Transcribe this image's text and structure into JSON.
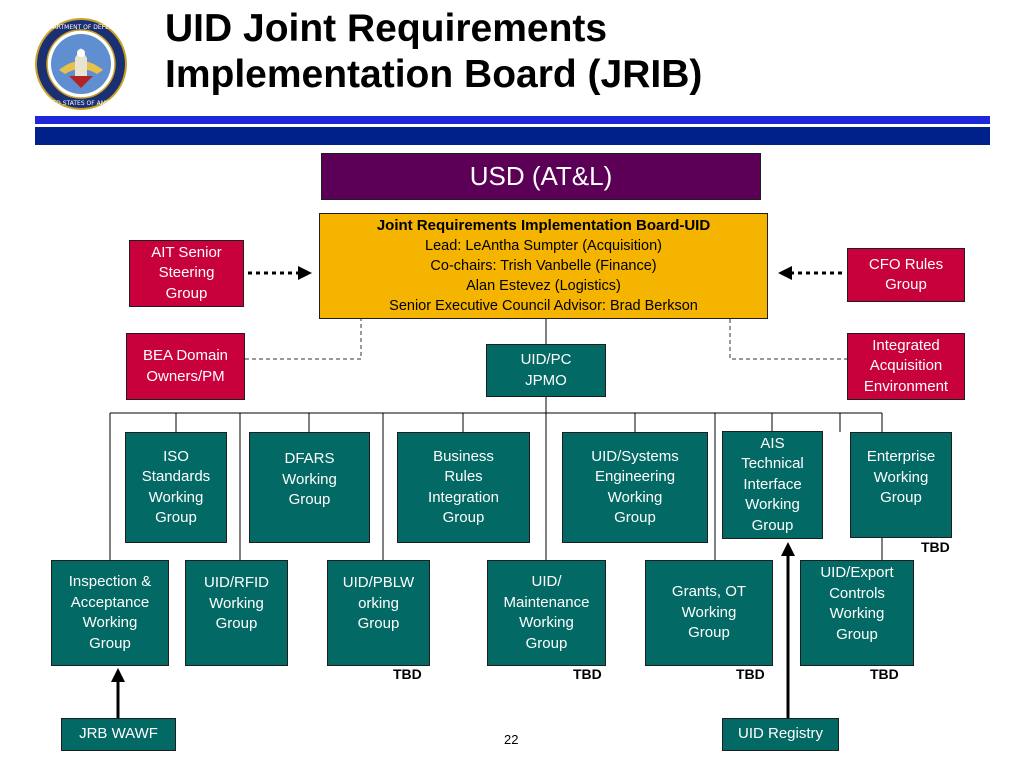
{
  "title": {
    "line1": "UID Joint Requirements",
    "line2": "Implementation Board (JRIB)"
  },
  "seal": {
    "icon": "department-of-defense-seal-icon",
    "text": "DEPARTMENT OF DEFENSE · UNITED STATES OF AMERICA"
  },
  "colors": {
    "teal": "#036964",
    "red": "#c8003c",
    "purple": "#5c0057",
    "gold": "#f5b400",
    "blue_bar": "#1f28d8",
    "navy_bar": "#00208a"
  },
  "usd": {
    "label": "USD (AT&L)"
  },
  "jrib": {
    "header": "Joint Requirements Implementation Board-UID",
    "lead": "Lead:  LeAntha Sumpter (Acquisition)",
    "cochairs": "Co-chairs:  Trish Vanbelle (Finance)",
    "cochair2": "Alan Estevez (Logistics)",
    "advisor": "Senior Executive Council Advisor: Brad Berkson"
  },
  "ait": {
    "l1": "AIT Senior",
    "l2": "Steering",
    "l3": "Group"
  },
  "cfo": {
    "l1": "CFO Rules",
    "l2": "Group"
  },
  "bea": {
    "l1": "BEA Domain",
    "l2": "Owners/PM"
  },
  "iae": {
    "l1": "Integrated",
    "l2": "Acquisition",
    "l3": "Environment"
  },
  "pmo": {
    "l1": "UID/PC",
    "l2": "JPMO"
  },
  "row1": [
    {
      "l1": "ISO",
      "l2": "Standards",
      "l3": "Working",
      "l4": "Group"
    },
    {
      "l1": "DFARS",
      "l2": "Working",
      "l3": "Group"
    },
    {
      "l1": "Business",
      "l2": "Rules",
      "l3": "Integration",
      "l4": "Group"
    },
    {
      "l1": "UID/Systems",
      "l2": "Engineering",
      "l3": "Working",
      "l4": "Group"
    },
    {
      "l1": "AIS",
      "l2": "Technical",
      "l3": "Interface",
      "l4": "Working",
      "l5": "Group"
    },
    {
      "l1": "Enterprise",
      "l2": "Working",
      "l3": "Group"
    }
  ],
  "row2": [
    {
      "l1": "Inspection &",
      "l2": "Acceptance",
      "l3": "Working",
      "l4": "Group"
    },
    {
      "l1": "UID/RFID",
      "l2": "Working",
      "l3": "Group"
    },
    {
      "l1": "UID/PBLW",
      "l2": "orking",
      "l3": "Group"
    },
    {
      "l1": "UID/",
      "l2": "Maintenance",
      "l3": "Working",
      "l4": "Group"
    },
    {
      "l1": "Grants, OT",
      "l2": "Working",
      "l3": "Group"
    },
    {
      "l1": "UID/Export",
      "l2": "Controls",
      "l3": "Working",
      "l4": "Group"
    }
  ],
  "tbd": "TBD",
  "wawf": {
    "label": "JRB WAWF"
  },
  "registry": {
    "label": "UID Registry"
  },
  "page_number": "22"
}
